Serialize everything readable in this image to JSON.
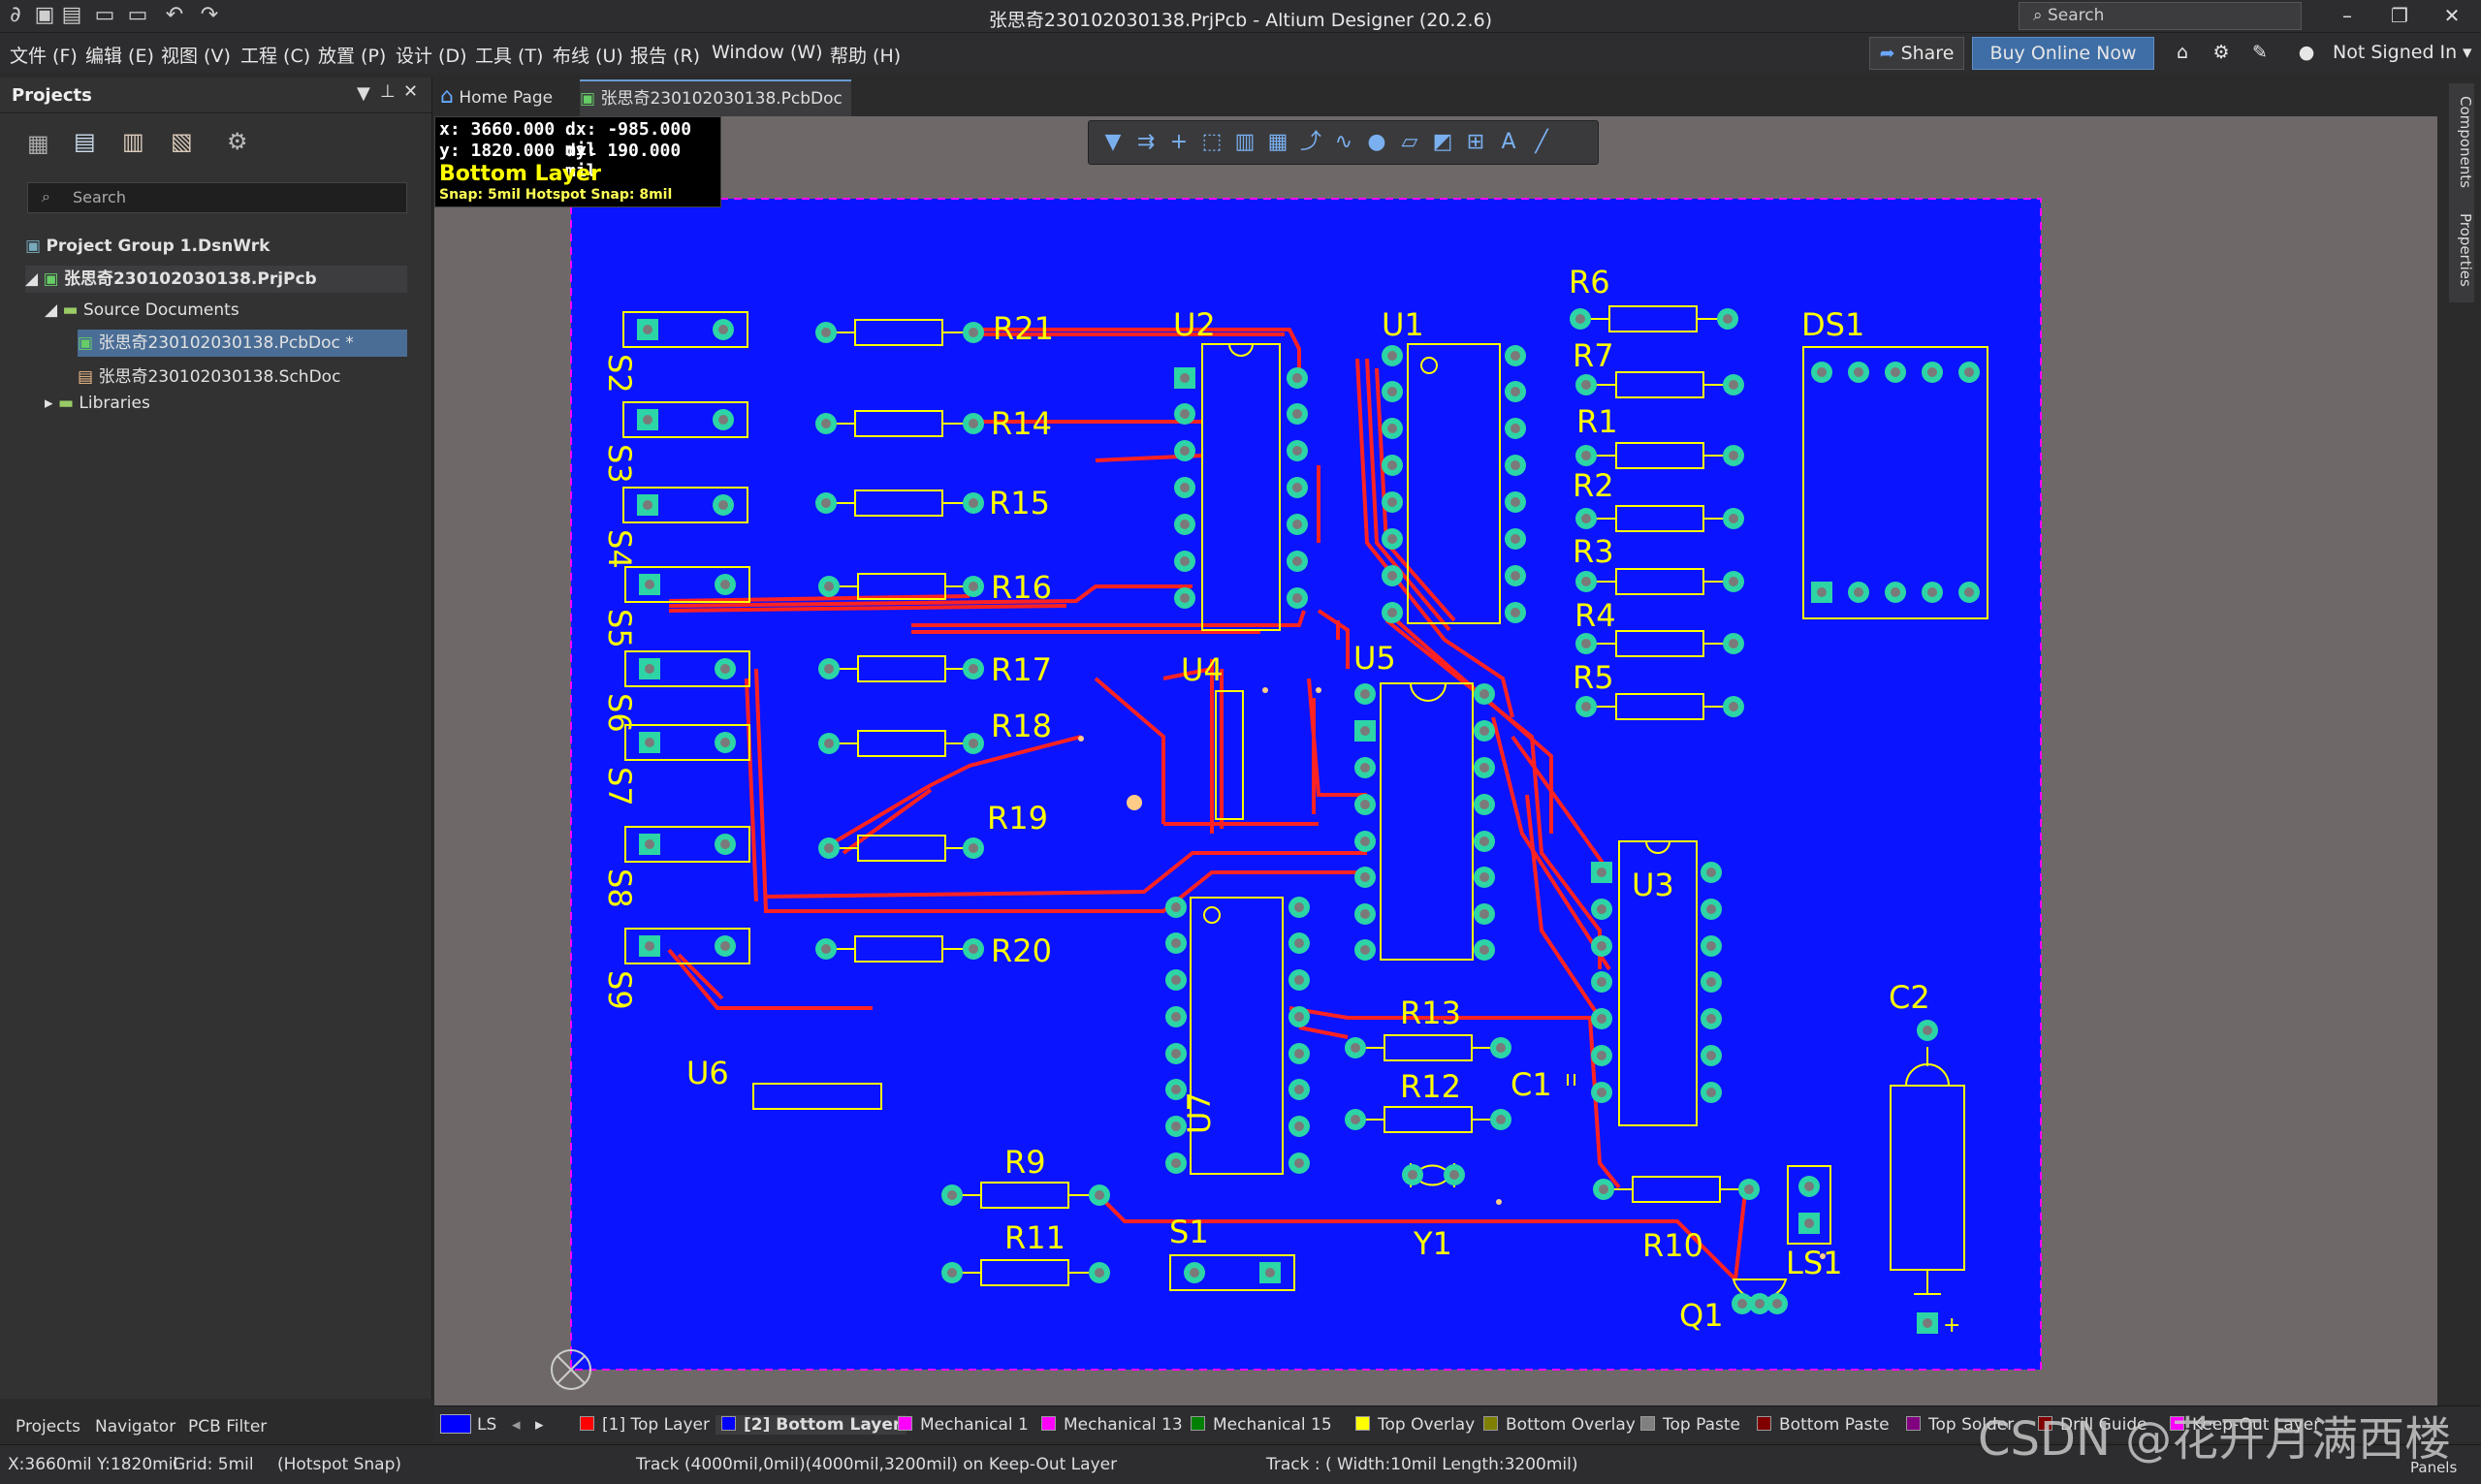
{
  "title_bar": {
    "title": "张思奇230102030138.PrjPcb - Altium Designer (20.2.6)",
    "search_placeholder": "Search"
  },
  "menu": [
    "文件 (F)",
    "编辑 (E)",
    "视图 (V)",
    "工程 (C)",
    "放置 (P)",
    "设计 (D)",
    "工具 (T)",
    "布线 (U)",
    "报告 (R)",
    "Window (W)",
    "帮助 (H)"
  ],
  "top_right": {
    "share": "Share",
    "buy": "Buy Online Now",
    "user": "Not Signed In"
  },
  "projects_panel": {
    "title": "Projects",
    "search_placeholder": "Search",
    "tree": [
      "Project Group 1.DsnWrk",
      "张思奇230102030138.PrjPcb",
      "Source Documents",
      "张思奇230102030138.PcbDoc *",
      "张思奇230102030138.SchDoc",
      "Libraries"
    ],
    "bottom_tabs": [
      "Projects",
      "Navigator",
      "PCB Filter"
    ]
  },
  "doc_tabs": [
    "Home Page",
    "张思奇230102030138.PcbDoc *"
  ],
  "hud": {
    "x": "x:  3660.000",
    "dx": "dx:  -985.000 mil",
    "y": "y:  1820.000",
    "dy": "dy:   190.000  mil",
    "layer": "Bottom Layer",
    "snap": "Snap: 5mil Hotspot Snap: 8mil"
  },
  "right_tabs": [
    "Components",
    "Properties"
  ],
  "layers": {
    "ls": "LS",
    "items": [
      {
        "label": "[1] Top Layer",
        "color": "#ff0000"
      },
      {
        "label": "[2] Bottom Layer",
        "color": "#0000ff"
      },
      {
        "label": "Mechanical 1",
        "color": "#ff00ff"
      },
      {
        "label": "Mechanical 13",
        "color": "#ff00ff"
      },
      {
        "label": "Mechanical 15",
        "color": "#008000"
      },
      {
        "label": "Top Overlay",
        "color": "#ffff00"
      },
      {
        "label": "Bottom Overlay",
        "color": "#808000"
      },
      {
        "label": "Top Paste",
        "color": "#808080"
      },
      {
        "label": "Bottom Paste",
        "color": "#800000"
      },
      {
        "label": "Top Solder",
        "color": "#800080"
      },
      {
        "label": "Drill Guide",
        "color": "#800000"
      },
      {
        "label": "Keep-Out Layer",
        "color": "#ff00ff"
      }
    ]
  },
  "status": {
    "coords": "X:3660mil Y:1820mil",
    "grid": "Grid: 5mil",
    "snap": "(Hotspot Snap)",
    "track": "Track (4000mil,0mil)(4000mil,3200mil) on Keep-Out Layer",
    "track2": "Track : ( Width:10mil Length:3200mil)",
    "panels": "Panels"
  },
  "watermark": "CSDN @花开月满西楼",
  "pcb": {
    "designators": [
      "S2",
      "S3",
      "S4",
      "S5",
      "S6",
      "S7",
      "S8",
      "S9",
      "R21",
      "R14",
      "R15",
      "R16",
      "R17",
      "R18",
      "R19",
      "R20",
      "U2",
      "U1",
      "U4",
      "U5",
      "U6",
      "U7",
      "U3",
      "R6",
      "R7",
      "R1",
      "R2",
      "R3",
      "R4",
      "R5",
      "DS1",
      "R13",
      "R12",
      "C1",
      "R9",
      "R11",
      "S1",
      "Y1",
      "R10",
      "LS1",
      "Q1",
      "C2"
    ]
  }
}
